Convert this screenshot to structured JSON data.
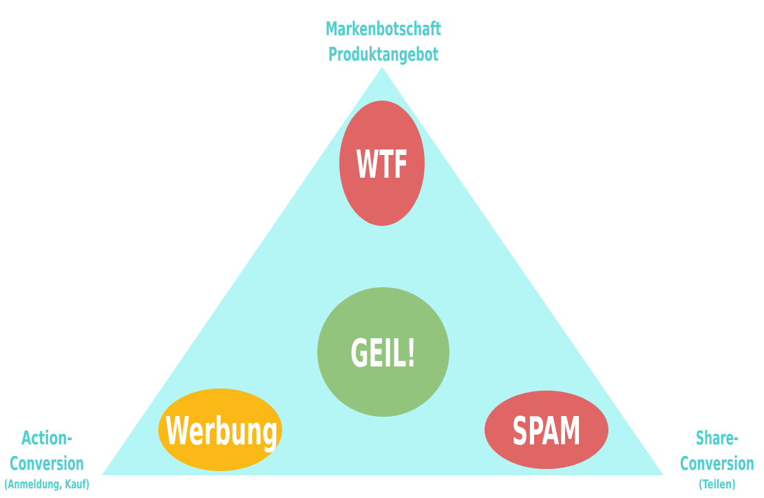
{
  "top_label": {
    "line1": "Markenbotschaft",
    "line2": "Produktangebot"
  },
  "left_label": {
    "line1": "Action-",
    "line2": "Conversion",
    "line3": "(Anmeldung, Kauf)"
  },
  "right_label": {
    "line1": "Share-",
    "line2": "Conversion",
    "line3": "(Teilen)"
  },
  "bubbles": {
    "top": "WTF",
    "center": "GEIL!",
    "left": "Werbung",
    "right": "SPAM"
  },
  "colors": {
    "triangle": "#b3f6f5",
    "label": "#4fcfcf",
    "red": "#e06666",
    "green": "#93c47d",
    "orange": "#fbb917"
  }
}
